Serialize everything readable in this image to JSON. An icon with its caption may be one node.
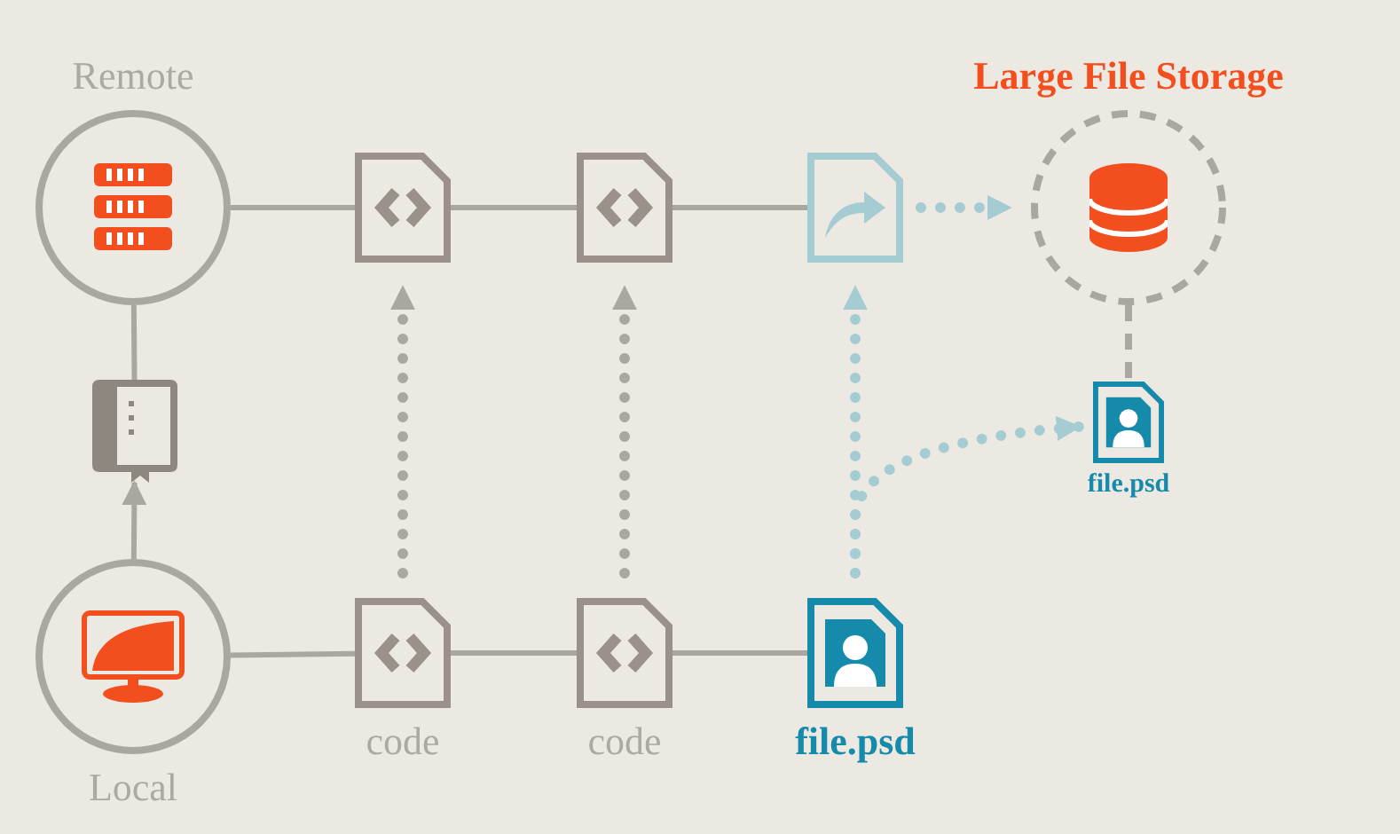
{
  "diagram": {
    "nodes": [
      {
        "text": [
          "Remote"
        ]
      },
      {
        "text": [],
        "shape": "file"
      },
      {
        "text": [],
        "shape": "file"
      },
      {
        "text": [],
        "shape": "file"
      },
      {
        "text": [
          "Large File Storage"
        ]
      },
      {
        "text": [],
        "shape": "book"
      },
      {
        "text": [
          "Local"
        ]
      },
      {
        "text": [
          "code"
        ]
      },
      {
        "text": [
          "code"
        ]
      },
      {
        "text": [
          "file.psd"
        ]
      },
      {
        "text": [
          "file.psd"
        ]
      }
    ],
    "edges": [
      {
        "from": 0,
        "to": 1,
        "arrow": "none"
      },
      {
        "from": 1,
        "to": 2,
        "arrow": "none"
      },
      {
        "from": 2,
        "to": 3,
        "arrow": "none"
      },
      {
        "from": 3,
        "to": 4,
        "arrow": "to",
        "style": "dashed",
        "color": "#a6ccd3"
      },
      {
        "from": 4,
        "to": 10,
        "arrow": "none",
        "style": "dashed"
      },
      {
        "from": 6,
        "to": 5,
        "arrow": "to"
      },
      {
        "from": 5,
        "to": 0,
        "arrow": "none"
      },
      {
        "from": 6,
        "to": 7,
        "arrow": "none"
      },
      {
        "from": 7,
        "to": 8,
        "arrow": "none"
      },
      {
        "from": 8,
        "to": 9,
        "arrow": "none"
      },
      {
        "from": 7,
        "to": 1,
        "arrow": "to",
        "style": "dashed"
      },
      {
        "from": 8,
        "to": 2,
        "arrow": "to",
        "style": "dashed"
      },
      {
        "from": 9,
        "to": 3,
        "arrow": "to",
        "style": "dashed",
        "color": "#a6ccd3"
      },
      {
        "from": 9,
        "to": 10,
        "arrow": "to",
        "style": "dashed",
        "color": "#a6ccd3"
      }
    ]
  }
}
